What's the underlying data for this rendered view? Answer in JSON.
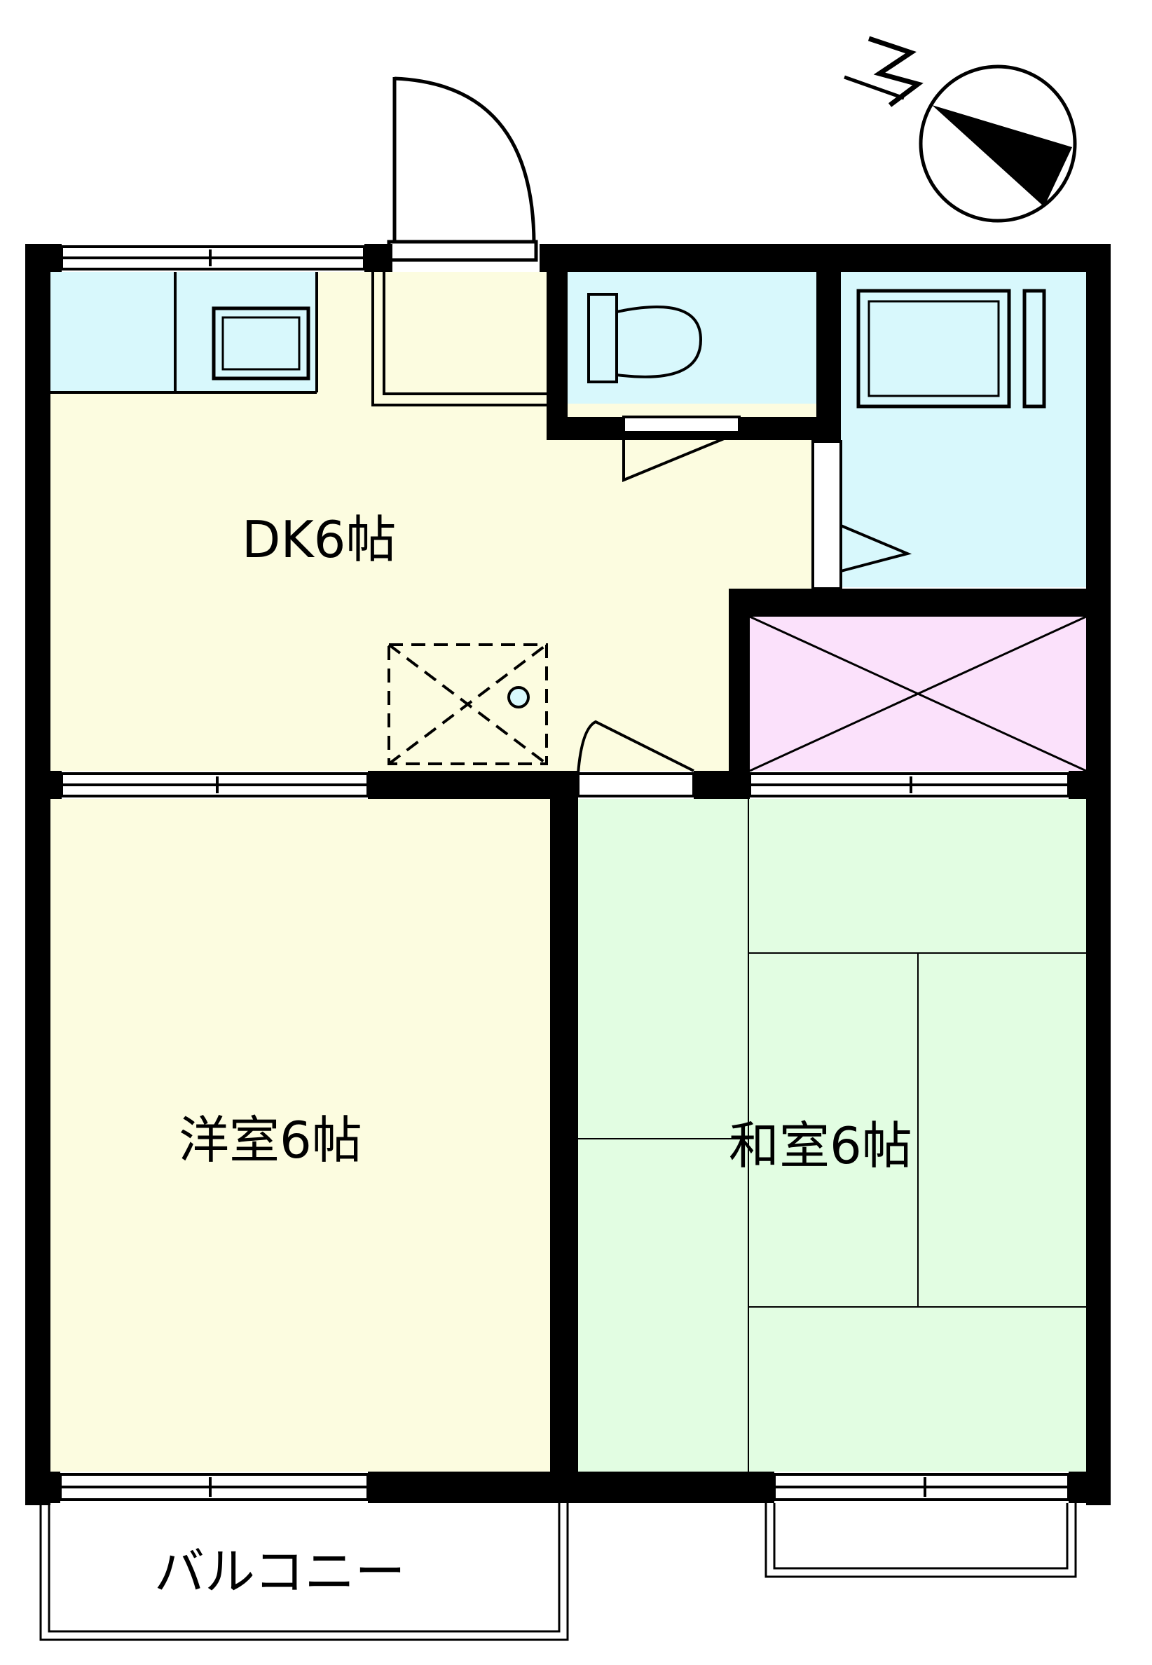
{
  "rooms": {
    "dk": {
      "label": "DK6帖",
      "color": "#fcfce0"
    },
    "western": {
      "label": "洋室6帖",
      "color": "#fcfce0"
    },
    "japanese": {
      "label": "和室6帖",
      "color": "#e2fde2"
    }
  },
  "balcony": {
    "label": "バルコニー"
  },
  "colors": {
    "wall": "#000000",
    "wet_area": "#d8f8fc",
    "closet": "#fbe1fb",
    "line": "#000000"
  },
  "icons": {
    "compass": "north-arrow-icon",
    "toilet": "toilet-icon",
    "bathtub": "bathtub-icon",
    "sink": "kitchen-sink-icon"
  }
}
